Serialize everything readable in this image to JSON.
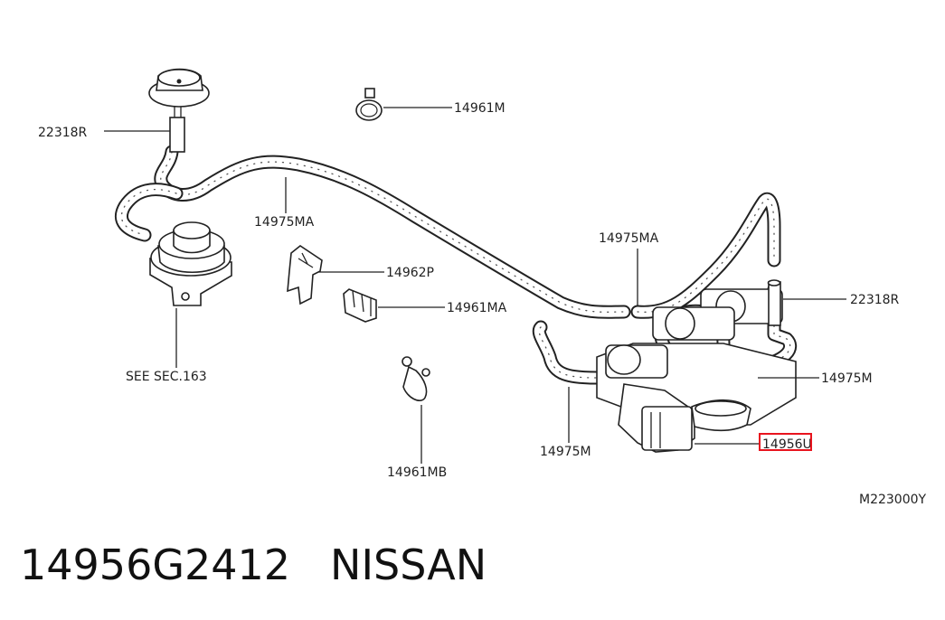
{
  "diagram": {
    "labels": [
      {
        "id": "22318R-left",
        "text": "22318R"
      },
      {
        "id": "14961M",
        "text": "14961M"
      },
      {
        "id": "14975MA-left",
        "text": "14975MA"
      },
      {
        "id": "14975MA-right",
        "text": "14975MA"
      },
      {
        "id": "14962P",
        "text": "14962P"
      },
      {
        "id": "14961MA",
        "text": "14961MA"
      },
      {
        "id": "22318R-right",
        "text": "22318R"
      },
      {
        "id": "see-sec",
        "text": "SEE SEC.163"
      },
      {
        "id": "14975M-right",
        "text": "14975M"
      },
      {
        "id": "14975M-bottom",
        "text": "14975M"
      },
      {
        "id": "14956U",
        "text": "14956U"
      },
      {
        "id": "14961MB",
        "text": "14961MB"
      },
      {
        "id": "figure-code",
        "text": "M223000Y"
      }
    ],
    "highlight_color": "#e8141e"
  },
  "caption": {
    "part_number": "14956G2412",
    "brand": "NISSAN"
  }
}
